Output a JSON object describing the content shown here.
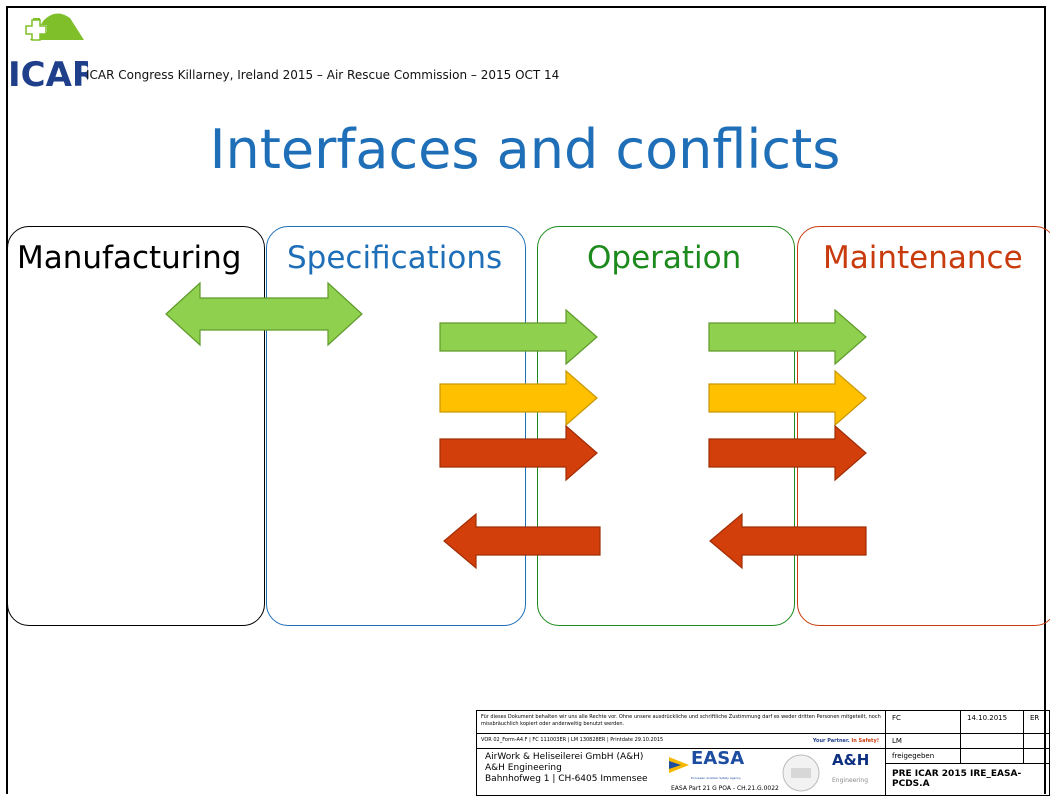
{
  "header": {
    "logo_text": "ICAR",
    "subtitle": "ICAR Congress Killarney, Ireland 2015 – Air Rescue Commission – 2015 OCT 14"
  },
  "title": "Interfaces and conflicts",
  "columns": [
    {
      "label": "Manufacturing",
      "color": "#000000"
    },
    {
      "label": "Specifications",
      "color": "#1f6fb8"
    },
    {
      "label": "Operation",
      "color": "#1c8a1c"
    },
    {
      "label": "Maintenance",
      "color": "#c83b0c"
    }
  ],
  "arrow_colors": {
    "green": "#8fd04f",
    "yellow": "#ffc000",
    "red": "#d33f0a"
  },
  "footer": {
    "disclaimer": "Für dieses Dokument behalten wir uns alle Rechte vor. Ohne unsere ausdrückliche und schriftliche Zustimmung darf es weder dritten Personen mitgeteilt, noch missbräuchlich kopiert oder anderweitig benutzt werden.",
    "form_line": "VOR 02_Form-A4.F | FC 111003ER | LM 130828ER | Printdate 29.10.2015",
    "partner_prefix": "Your Partner.",
    "partner_accent": "In Safety!",
    "company_line1": "AirWork & Heliseilerei GmbH (A&H)",
    "company_line2": "A&H Engineering",
    "company_line3": "Bahnhofweg 1 | CH-6405 Immensee",
    "easa_logo": "EASA",
    "easa_sub": "European Aviation Safety Agency",
    "easa_approval": "EASA Part 21 G POA - CH.21.G.0022",
    "ah_logo": "A&H",
    "ah_sub": "Engineering",
    "fc_label": "FC",
    "fc_date": "14.10.2015",
    "fc_initials": "ER",
    "lm_label": "LM",
    "released_label": "freigegeben",
    "doc_id": "PRE ICAR 2015  IRE_EASA-PCDS.A"
  }
}
